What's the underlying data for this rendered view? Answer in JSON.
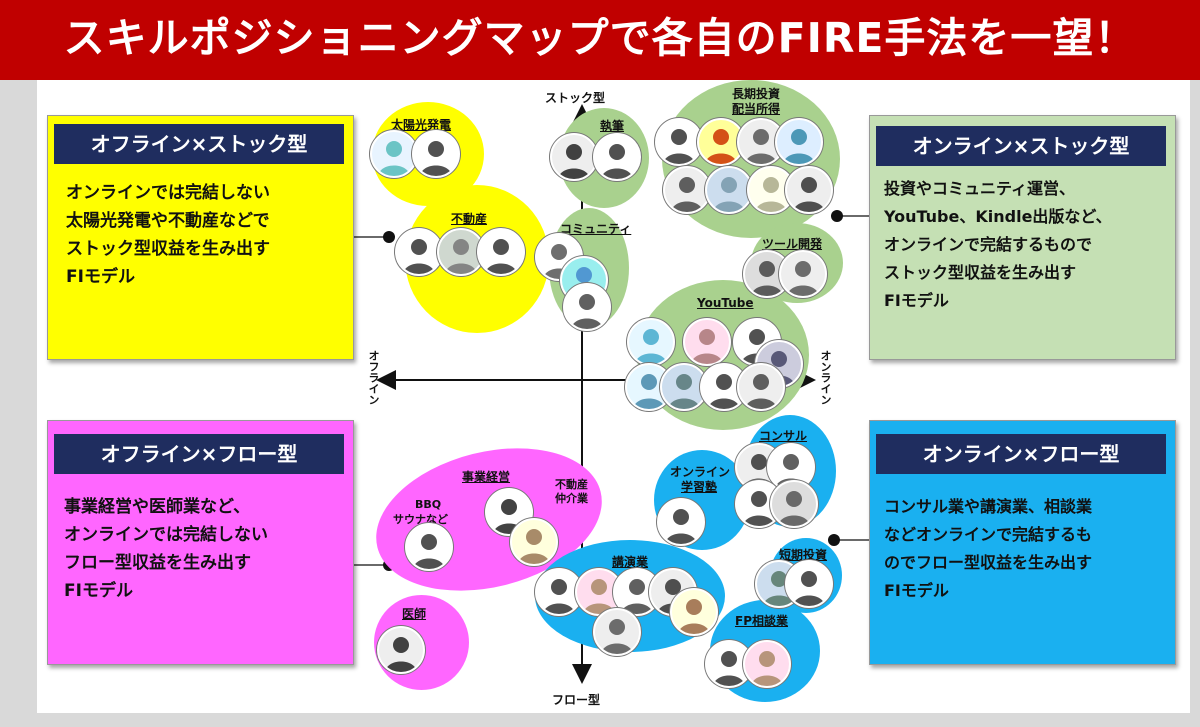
{
  "banner": {
    "title": "スキルポジショニングマップで各自のFIRE手法を一望！"
  },
  "axes": {
    "top": "ストック型",
    "bottom": "フロー型",
    "left": "オフライン",
    "right": "オンライン"
  },
  "boxes": {
    "top_left": {
      "title": "オフライン×ストック型",
      "lines": [
        "オンラインでは完結しない",
        "太陽光発電や不動産などで",
        "ストック型収益を生み出す",
        "FIモデル"
      ],
      "color": "#ffff00"
    },
    "top_right": {
      "title": "オンライン×ストック型",
      "lines": [
        "投資やコミュニティ運営、",
        "YouTube、Kindle出版など、",
        "オンラインで完結するもので",
        "ストック型収益を生み出す",
        "FIモデル"
      ],
      "color": "#c5e0b4"
    },
    "bottom_left": {
      "title": "オフライン×フロー型",
      "lines": [
        "事業経営や医師業など、",
        "オンラインでは完結しない",
        "フロー型収益を生み出す",
        "FIモデル"
      ],
      "color": "#ff66ff"
    },
    "bottom_right": {
      "title": "オンライン×フロー型",
      "lines": [
        "コンサル業や講演業、相談業",
        "などオンラインで完結するも",
        "のでフロー型収益を生み出す",
        "FIモデル"
      ],
      "color": "#1ab0f0"
    }
  },
  "bubbles": {
    "solar": "太陽光発電",
    "realestate": "不動産",
    "writing": "執筆",
    "community": "コミュニティ",
    "longterm_1": "長期投資",
    "longterm_2": "配当所得",
    "tooldev": "ツール開発",
    "youtube": "YouTube",
    "business": "事業経営",
    "bbq_1": "BBQ",
    "bbq_2": "サウナなど",
    "broker_1": "不動産",
    "broker_2": "仲介業",
    "doctor": "医師",
    "online_school_1": "オンライン",
    "online_school_2": "学習塾",
    "consult": "コンサル",
    "lecture": "講演業",
    "shortterm": "短期投資",
    "fp": "FP相談業"
  },
  "colors": {
    "banner": "#c00000",
    "yellow": "#ffff00",
    "green": "#a9d18e",
    "magenta": "#ff66ff",
    "blue": "#1ab0f0",
    "navy": "#1f2d5f"
  }
}
